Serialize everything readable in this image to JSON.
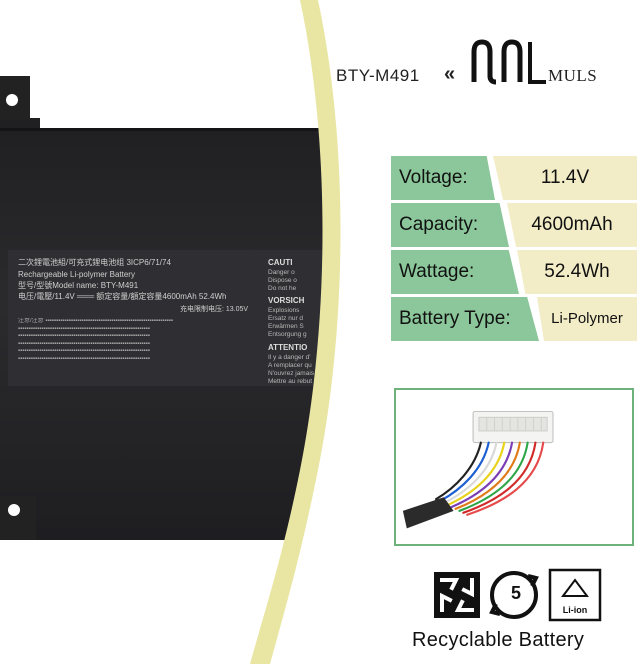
{
  "header": {
    "model": "BTY-M491",
    "guillemet": "«",
    "brand": "MULS"
  },
  "specs": [
    {
      "label": "Voltage:",
      "value": "11.4V"
    },
    {
      "label": "Capacity:",
      "value": "4600mAh"
    },
    {
      "label": "Wattage:",
      "value": "52.4Wh"
    },
    {
      "label": "Battery Type:",
      "value": "Li-Polymer"
    }
  ],
  "battery_label": {
    "line1": "二次鋰電池組/可充式鋰电池组  3ICP6/71/74",
    "line2": "Rechargeable Li-polymer Battery",
    "line3": "型号/型號Model name: BTY-M491",
    "line4": "电压/電壓/11.4V ═══ 额定容量/額定容量4600mAh  52.4Wh",
    "line5": "充电限制电压: 13.05V",
    "caution": "CAUTI",
    "caution_sub": "Danger o\nDispose o\nDo not he",
    "vorsicht": "VORSICH",
    "vorsicht_sub": "Explosions\nErsatz nur d\nErwärmen S\nEntsorgung g",
    "attention": "ATTENTIO",
    "attention_sub": "Il y a danger d'\nA remplacer qu\nN'ouvrez jamais\nMettre au rebut l"
  },
  "recycle": {
    "cycle_number": "5",
    "li_ion": "Li-ion",
    "caption": "Recyclable Battery"
  },
  "colors": {
    "label_green": "#8bc79a",
    "value_cream": "#f2ecc7",
    "band_yellow": "#e9e6a3",
    "box_border": "#6db27b",
    "battery_body": "#2a2a2c"
  }
}
